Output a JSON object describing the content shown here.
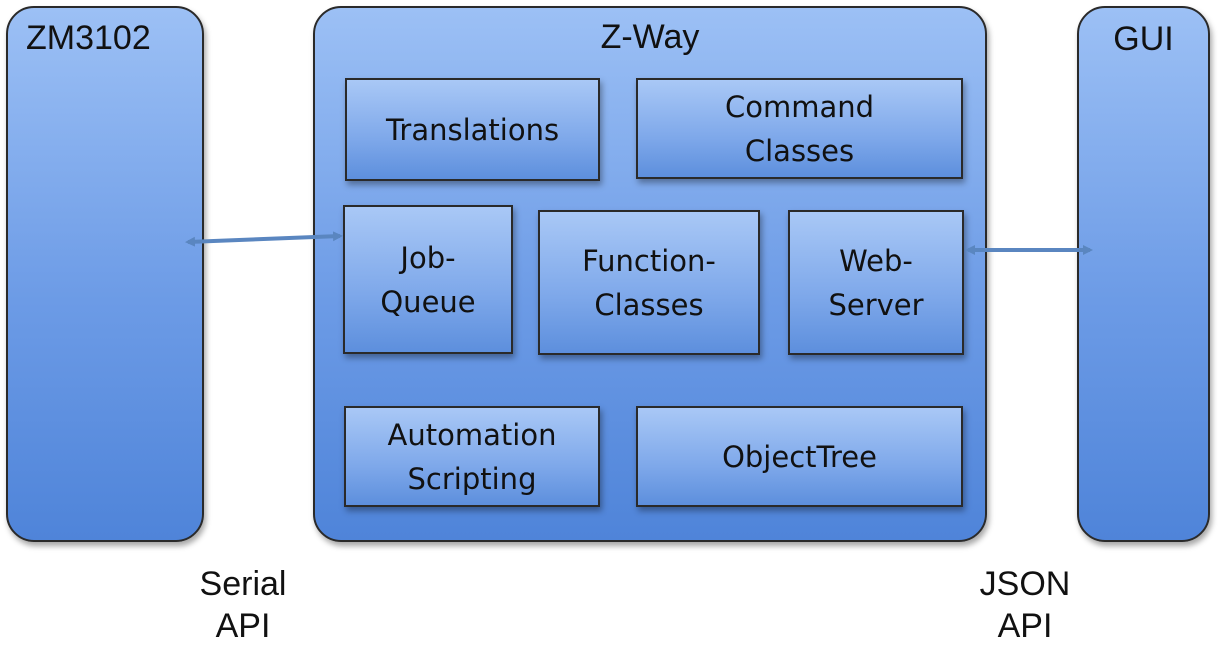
{
  "left_panel": {
    "title": "ZM3102"
  },
  "center_panel": {
    "title": "Z-Way",
    "modules": {
      "translations": "Translations",
      "command_classes": "Command\nClasses",
      "job_queue": "Job-\nQueue",
      "function_classes": "Function-\nClasses",
      "web_server": "Web-\nServer",
      "automation_scripting": "Automation\nScripting",
      "object_tree": "ObjectTree"
    }
  },
  "right_panel": {
    "title": "GUI"
  },
  "connections": {
    "serial_api": "Serial\nAPI",
    "json_api": "JSON\nAPI"
  },
  "colors": {
    "panel_fill": "#6c9be6",
    "box_fill": "#7ea8ea",
    "arrow": "#5a86c0",
    "border": "#2a2a2a"
  }
}
